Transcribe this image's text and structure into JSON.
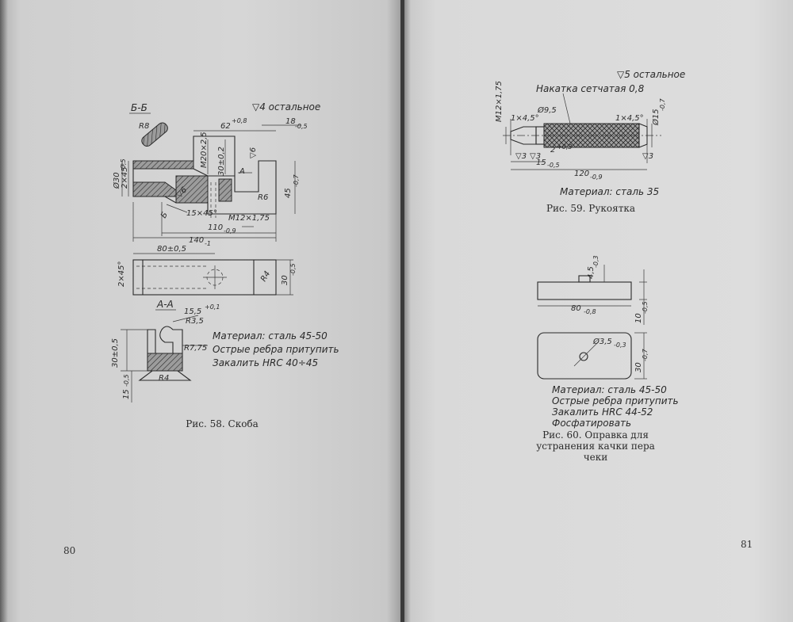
{
  "left_page": {
    "page_number": "80",
    "figure_caption": "Рис. 58. Скоба",
    "surface_mark": "▽4 остальное",
    "section_labels": {
      "bb": "Б-Б",
      "aa": "А-А",
      "view_a": "А"
    },
    "dims": {
      "r8": "R8",
      "d62": "62",
      "d62_tol": "+0,8",
      "d18": "18",
      "d18_tol": "-0,5",
      "m20": "M20×2,5",
      "d30_02": "30±0,2",
      "v6": "▽6",
      "d45": "45",
      "d45_tol": "-0,7",
      "d30_left": "Ø30",
      "d30_left_tol": "-0,5",
      "ch2x45": "2×45°",
      "r6": "R6",
      "ch15x45": "15×45°",
      "m12": "M12×1,75",
      "d110": "110",
      "d110_tol": "-0,9",
      "d140": "140",
      "d140_tol": "-1",
      "d80": "80±0,5",
      "ch2x45b": "2×45°",
      "r4": "R4",
      "d30b": "30",
      "d30b_tol": "-0,5",
      "d155": "15,5",
      "d155_tol": "+0,1",
      "r35": "R3,5",
      "r775": "R7,75",
      "d30s": "30±0,5",
      "r4b": "R4",
      "d15": "15",
      "d15_tol": "-0,5",
      "v6b": "▽6",
      "b6": "Б"
    },
    "notes": [
      "Материал: сталь 45-50",
      "Острые ребра притупить",
      "Закалить HRC 40÷45"
    ]
  },
  "right_page": {
    "page_number": "81",
    "fig59": {
      "caption": "Рис. 59. Рукоятка",
      "surface_mark": "▽5 остальное",
      "knurl_note": "Накатка сетчатая 0,8",
      "material": "Материал: сталь 35",
      "dims": {
        "m12": "M12×1,75",
        "ch1": "1×4,5°",
        "d95": "Ø9,5",
        "ch2": "1×4,5°",
        "d15": "Ø15",
        "d15_tol": "-0,7",
        "v3a": "▽3",
        "v3b": "▽3",
        "v3c": "▽3",
        "d2": "2",
        "d2_tol": "+0,3",
        "d155": "15",
        "d155_tol": "-0,5",
        "d120": "120",
        "d120_tol": "-0,9"
      }
    },
    "fig60": {
      "caption_line1": "Рис. 60. Оправка для",
      "caption_line2": "устранения качки пера",
      "caption_line3": "чеки",
      "dims": {
        "d45": "4,5",
        "d45_tol": "-0,3",
        "d80": "80",
        "d80_tol": "-0,8",
        "d10": "10",
        "d10_tol": "-0,5",
        "d35": "Ø3,5",
        "d35_tol": "-0,3",
        "d30": "30",
        "d30_tol": "-0,7"
      },
      "notes": [
        "Материал: сталь 45-50",
        "Острые ребра притупить",
        "Закалить HRC 44-52",
        "Фосфатировать"
      ]
    }
  }
}
